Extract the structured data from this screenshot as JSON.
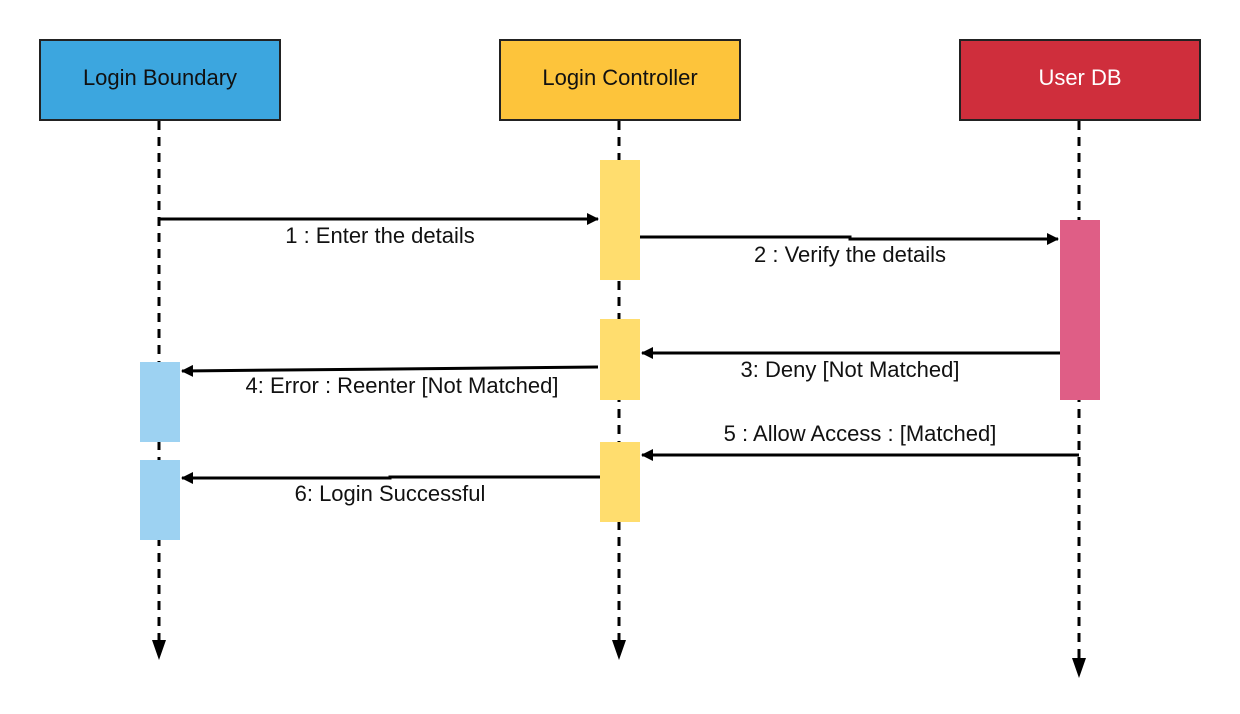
{
  "participants": [
    {
      "id": "boundary",
      "label": "Login Boundary",
      "fill": "#3ca6df",
      "text_color": "#111111",
      "activation_color": "#9dd2f2"
    },
    {
      "id": "controller",
      "label": "Login Controller",
      "fill": "#fdc43b",
      "text_color": "#111111",
      "activation_color": "#ffdd6e"
    },
    {
      "id": "db",
      "label": "User DB",
      "fill": "#cf2e3c",
      "text_color": "#ffffff",
      "activation_color": "#df5e86"
    }
  ],
  "messages": [
    {
      "label": "1 : Enter the details",
      "from": "boundary",
      "to": "controller"
    },
    {
      "label": "2 : Verify the details",
      "from": "controller",
      "to": "db"
    },
    {
      "label": "3: Deny [Not Matched]",
      "from": "db",
      "to": "controller"
    },
    {
      "label": "4: Error : Reenter [Not Matched]",
      "from": "controller",
      "to": "boundary"
    },
    {
      "label": "5 : Allow Access : [Matched]",
      "from": "db",
      "to": "controller"
    },
    {
      "label": "6: Login Successful",
      "from": "controller",
      "to": "boundary"
    }
  ],
  "colors": {
    "line": "#000000",
    "border": "#222222"
  }
}
